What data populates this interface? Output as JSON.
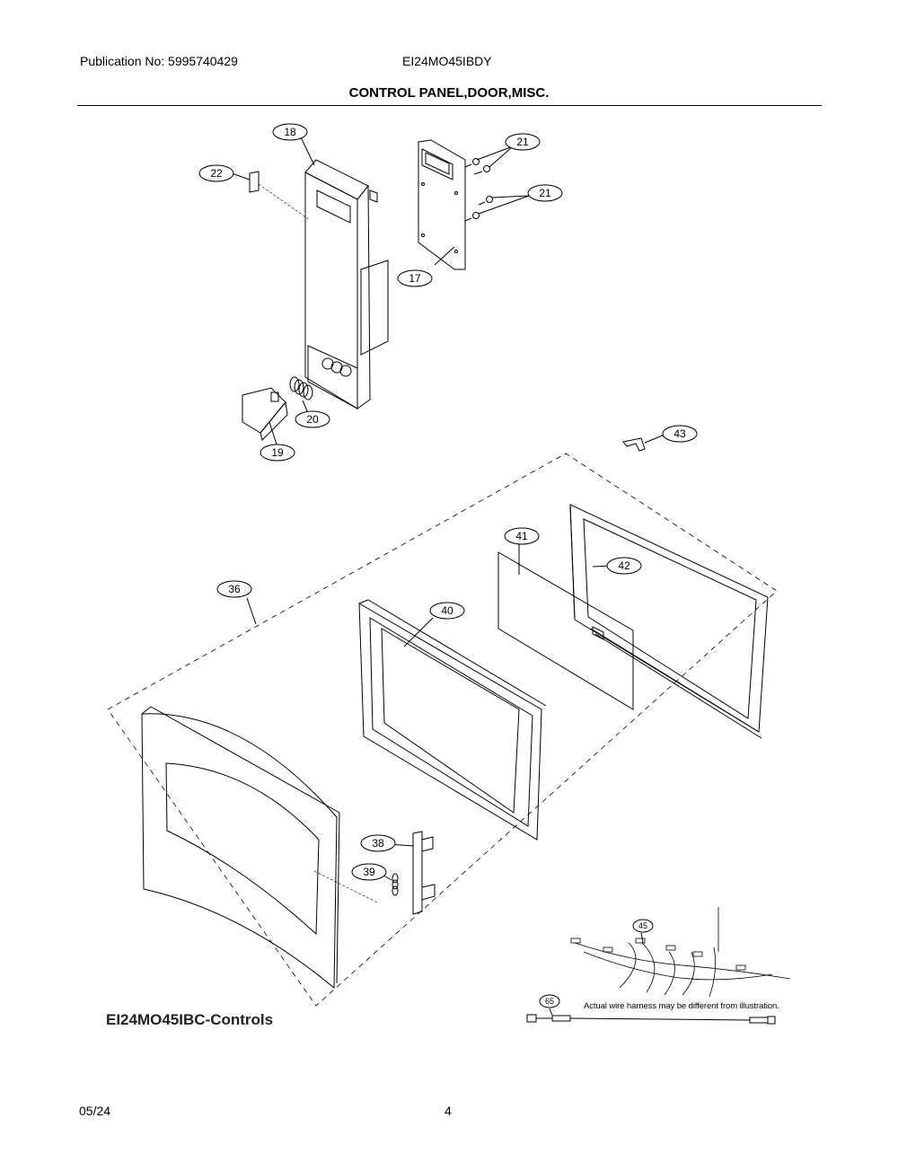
{
  "header": {
    "publication": "Publication No: 5995740429",
    "model": "EI24MO45IBDY",
    "section_title": "CONTROL PANEL,DOOR,MISC."
  },
  "callouts": {
    "c17": "17",
    "c18": "18",
    "c19": "19",
    "c20": "20",
    "c21a": "21",
    "c21b": "21",
    "c22": "22",
    "c36": "36",
    "c38": "38",
    "c39": "39",
    "c40": "40",
    "c41": "41",
    "c42": "42",
    "c43": "43",
    "c45": "45",
    "c65": "65"
  },
  "notes": {
    "harness": "Actual wire harness may be different from illustration.",
    "controls": "EI24MO45IBC-Controls"
  },
  "footer": {
    "date": "05/24",
    "page": "4"
  }
}
